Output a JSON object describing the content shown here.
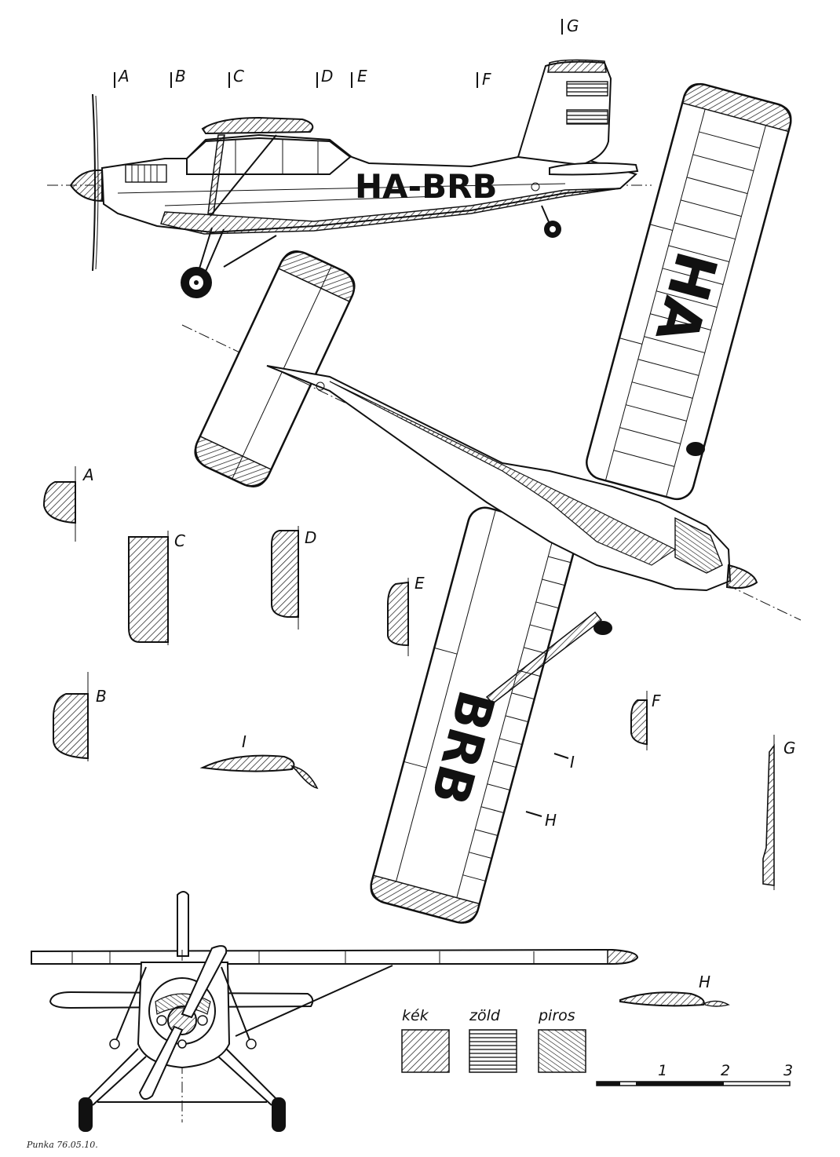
{
  "registration": {
    "full": "HA-BRB",
    "upper_wing": "HA",
    "lower_wing": "BRB"
  },
  "station_labels": [
    "A",
    "B",
    "C",
    "D",
    "E",
    "F",
    "G"
  ],
  "section_labels": {
    "a": "A",
    "b": "B",
    "c": "C",
    "d": "D",
    "e": "E",
    "f": "F",
    "g": "G",
    "h": "H",
    "i": "I"
  },
  "wing_section_labels": {
    "i": "I",
    "h": "H"
  },
  "legend": {
    "blue": "kék",
    "green": "zöld",
    "red": "piros"
  },
  "scale": {
    "ticks": [
      "1",
      "2",
      "3"
    ]
  },
  "signature": "Punka 76.05.10."
}
